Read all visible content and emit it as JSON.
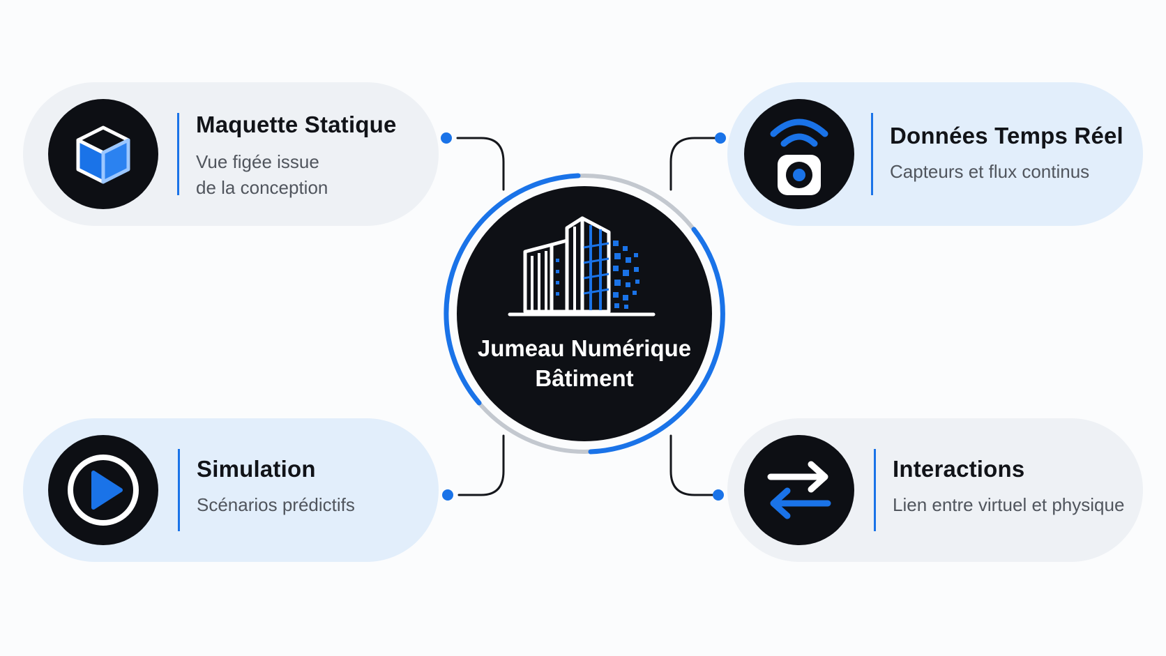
{
  "hub": {
    "line1": "Jumeau Numérique",
    "line2": "Bâtiment"
  },
  "cards": {
    "top_left": {
      "title": "Maquette Statique",
      "sub1": "Vue figée issue",
      "sub2": "de la conception",
      "icon": "cube-icon"
    },
    "top_right": {
      "title": "Données Temps Réel",
      "sub1": "Capteurs et flux continus",
      "icon": "sensor-signal-icon"
    },
    "bottom_left": {
      "title": "Simulation",
      "sub1": "Scénarios prédictifs",
      "icon": "play-icon"
    },
    "bottom_right": {
      "title": "Interactions",
      "sub1": "Lien entre virtuel et physique",
      "icon": "swap-arrows-icon"
    }
  },
  "colors": {
    "accent": "#1a73e8",
    "dark": "#0d0f14",
    "card_gray": "#eef1f5",
    "card_blue": "#e2eefb"
  }
}
